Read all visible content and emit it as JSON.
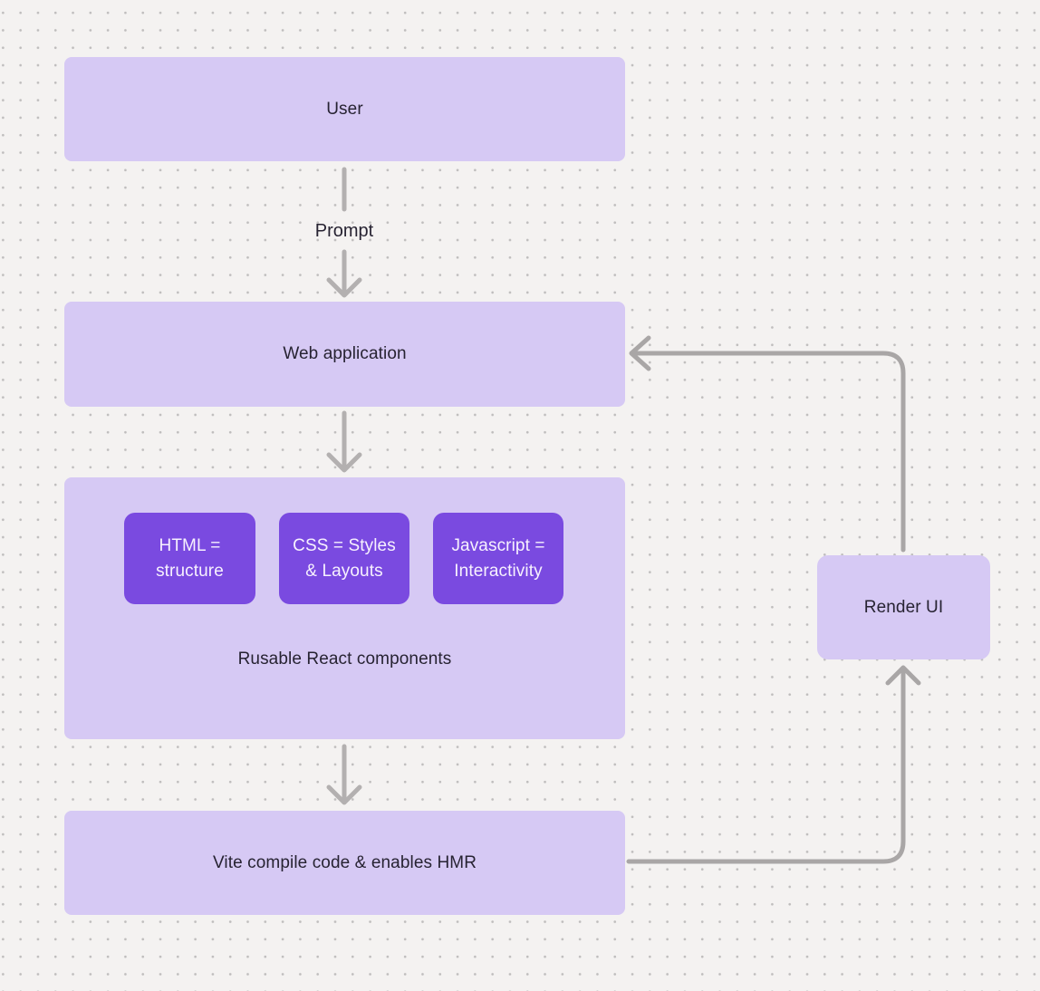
{
  "diagram": {
    "nodes": {
      "user": {
        "label": "User"
      },
      "web_application": {
        "label": "Web application"
      },
      "components": {
        "items": [
          {
            "label": "HTML = structure"
          },
          {
            "label": "CSS = Styles & Layouts"
          },
          {
            "label": "Javascript = Interactivity"
          }
        ],
        "caption": "Rusable React components"
      },
      "vite": {
        "label": "Vite compile code & enables HMR"
      },
      "render_ui": {
        "label": "Render UI"
      }
    },
    "edges": {
      "prompt_label": "Prompt"
    }
  },
  "colors": {
    "background": "#f4f2f1",
    "dot": "#bfbdbd",
    "node_fill": "#d6c9f4",
    "chip_fill": "#7a4ae0",
    "chip_text": "#f7f1fe",
    "label_text": "#272332",
    "arrow": "#b3b0b0",
    "loop_arrow": "#a9a6a6"
  }
}
